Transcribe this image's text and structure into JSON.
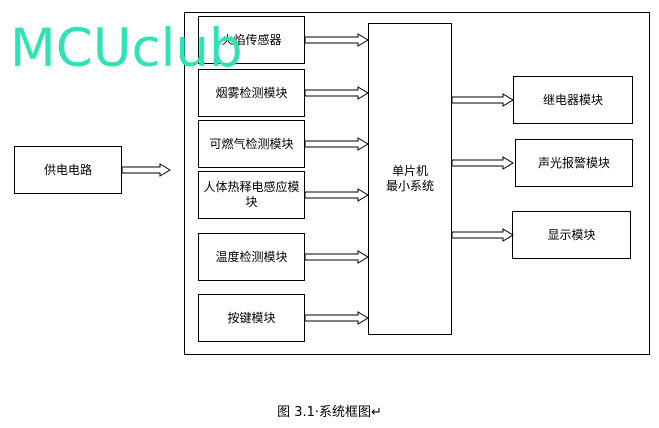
{
  "watermark": "MCUclub",
  "power_supply": "供电电路",
  "sensors": [
    "火焰传感器",
    "烟雾检测模块",
    "可燃气检测模块",
    "人体热释电感应模块",
    "温度检测模块",
    "按键模块"
  ],
  "mcu": {
    "line1": "单片机",
    "line2": "最小系统"
  },
  "outputs": [
    "继电器模块",
    "声光报警模块",
    "显示模块"
  ],
  "caption": "图 3.1·系统框图↵"
}
